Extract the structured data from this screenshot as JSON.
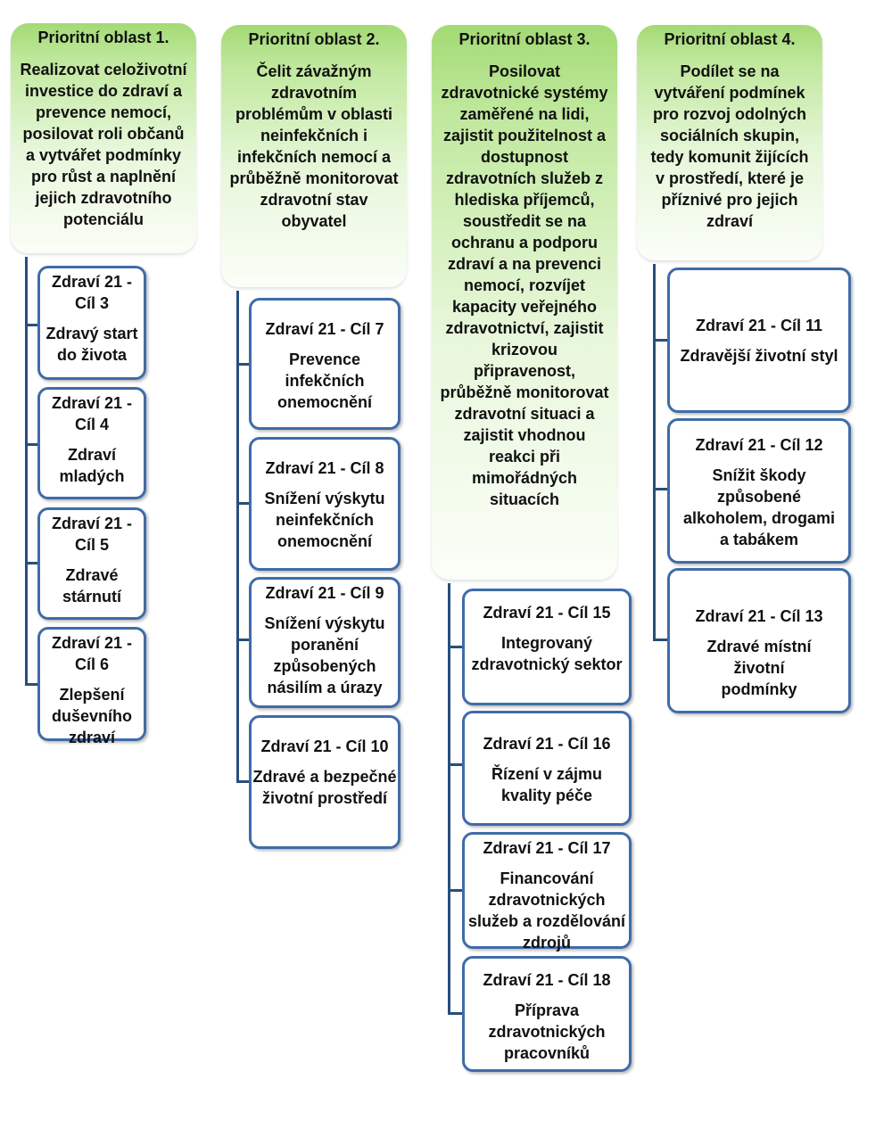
{
  "areas": [
    {
      "title": "Prioritní oblast  1.",
      "description": "Realizovat celoživotní investice do zdraví a prevence nemocí, posilovat roli občanů a vytvářet podmínky pro růst a naplnění jejich zdravotního potenciálu",
      "goals": [
        {
          "title": "Zdraví 21 - Cíl 3",
          "description": "Zdravý start do života"
        },
        {
          "title": "Zdraví 21 - Cíl 4",
          "description": "Zdraví mladých"
        },
        {
          "title": "Zdraví 21 - Cíl 5",
          "description": "Zdravé stárnutí"
        },
        {
          "title": "Zdraví 21 - Cíl 6",
          "description": "Zlepšení duševního zdraví"
        }
      ]
    },
    {
      "title": "Prioritní oblast  2.",
      "description": "Čelit závažným zdravotním problémům v oblasti neinfekčních i infekčních nemocí a průběžně monitorovat zdravotní stav obyvatel",
      "goals": [
        {
          "title": "Zdraví 21 - Cíl 7",
          "description": "Prevence infekčních onemocnění"
        },
        {
          "title": "Zdraví 21 - Cíl 8",
          "description": "Snížení výskytu neinfekčních onemocnění"
        },
        {
          "title": "Zdraví 21 - Cíl 9",
          "description": "Snížení výskytu poranění způsobených násilím a úrazy"
        },
        {
          "title": "Zdraví 21 - Cíl 10",
          "description": "Zdravé a bezpečné životní prostředí"
        }
      ]
    },
    {
      "title": "Prioritní oblast  3.",
      "description": "Posilovat zdravotnické systémy zaměřené na lidi, zajistit použitelnost a dostupnost zdravotních služeb z hlediska příjemců, soustředit se na ochranu a podporu zdraví a na prevenci nemocí, rozvíjet kapacity veřejného zdravotnictví, zajistit krizovou připravenost, průběžně monitorovat zdravotní situaci a zajistit vhodnou reakci při mimořádných situacích",
      "goals": [
        {
          "title": "Zdraví 21 - Cíl 15",
          "description": "Integrovaný zdravotnický sektor"
        },
        {
          "title": "Zdraví 21 - Cíl 16",
          "description": "Řízení v zájmu kvality péče"
        },
        {
          "title": "Zdraví 21 - Cíl 17",
          "description": "Financování zdravotnických služeb a rozdělování zdrojů"
        },
        {
          "title": "Zdraví 21 - Cíl 18",
          "description": "Příprava zdravotnických pracovníků"
        }
      ]
    },
    {
      "title": "Prioritní oblast  4.",
      "description": "Podílet se na vytváření podmínek pro rozvoj odolných sociálních skupin, tedy komunit žijících v prostředí, které je příznivé pro jejich zdraví",
      "goals": [
        {
          "title": "Zdraví 21 - Cíl 11",
          "description": "Zdravější životní styl"
        },
        {
          "title": "Zdraví 21 - Cíl 12",
          "description": "Snížit škody způsobené alkoholem, drogami a tabákem"
        },
        {
          "title": "Zdraví 21 - Cíl 13",
          "description": "Zdravé místní životní podmínky"
        }
      ]
    }
  ]
}
